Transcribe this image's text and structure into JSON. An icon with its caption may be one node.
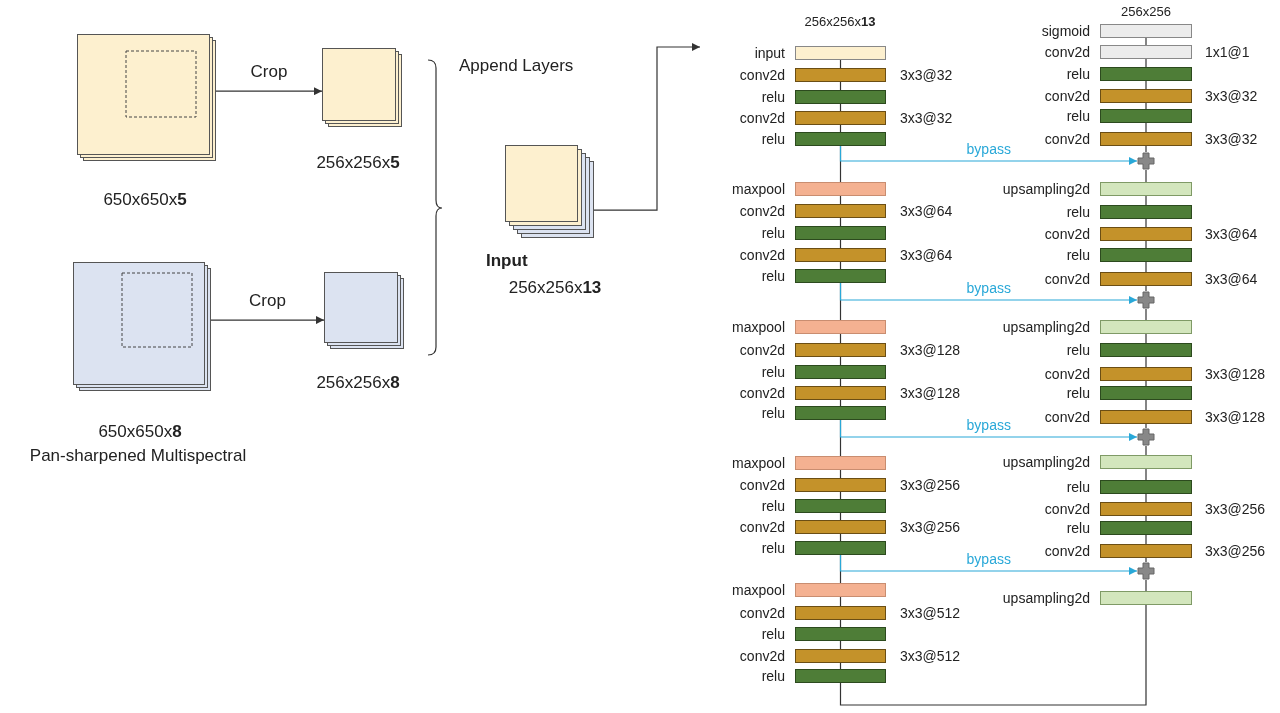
{
  "diagram": {
    "nodes": [
      {
        "text": [],
        "shape": "box",
        "beside": [
          "650x650x**5**"
        ]
      },
      {
        "text": [],
        "shape": "box",
        "beside": [
          "256x256x**5**"
        ]
      },
      {
        "text": [],
        "shape": "box",
        "beside": [
          "650x650x**8**",
          "Pan-sharpened Multispectral"
        ]
      },
      {
        "text": [],
        "shape": "box",
        "beside": [
          "256x256x**8**"
        ]
      },
      {
        "text": [],
        "shape": "box",
        "beside": [
          "Input",
          "256x256x**13**"
        ]
      },
      {
        "text": [
          "input"
        ]
      },
      {
        "text": [
          "conv2d"
        ],
        "beside": [
          "3x3@32"
        ]
      },
      {
        "text": [
          "relu"
        ]
      },
      {
        "text": [
          "conv2d"
        ],
        "beside": [
          "3x3@32"
        ]
      },
      {
        "text": [
          "relu"
        ]
      },
      {
        "text": [
          "maxpool"
        ]
      },
      {
        "text": [
          "conv2d"
        ],
        "beside": [
          "3x3@64"
        ]
      },
      {
        "text": [
          "relu"
        ]
      },
      {
        "text": [
          "conv2d"
        ],
        "beside": [
          "3x3@64"
        ]
      },
      {
        "text": [
          "relu"
        ]
      },
      {
        "text": [
          "maxpool"
        ]
      },
      {
        "text": [
          "conv2d"
        ],
        "beside": [
          "3x3@128"
        ]
      },
      {
        "text": [
          "relu"
        ]
      },
      {
        "text": [
          "conv2d"
        ],
        "beside": [
          "3x3@128"
        ]
      },
      {
        "text": [
          "relu"
        ]
      },
      {
        "text": [
          "maxpool"
        ]
      },
      {
        "text": [
          "conv2d"
        ],
        "beside": [
          "3x3@256"
        ]
      },
      {
        "text": [
          "relu"
        ]
      },
      {
        "text": [
          "conv2d"
        ],
        "beside": [
          "3x3@256"
        ]
      },
      {
        "text": [
          "relu"
        ]
      },
      {
        "text": [
          "maxpool"
        ]
      },
      {
        "text": [
          "conv2d"
        ],
        "beside": [
          "3x3@512"
        ]
      },
      {
        "text": [
          "relu"
        ]
      },
      {
        "text": [
          "conv2d"
        ],
        "beside": [
          "3x3@512"
        ]
      },
      {
        "text": [
          "relu"
        ]
      },
      {
        "text": [
          "sigmoid"
        ]
      },
      {
        "text": [
          "conv2d"
        ],
        "beside": [
          "1x1@1"
        ]
      },
      {
        "text": [
          "relu"
        ]
      },
      {
        "text": [
          "conv2d"
        ],
        "beside": [
          "3x3@32"
        ]
      },
      {
        "text": [
          "relu"
        ]
      },
      {
        "text": [
          "conv2d"
        ],
        "beside": [
          "3x3@32"
        ]
      },
      {
        "text": [],
        "shape": "plus"
      },
      {
        "text": [
          "upsampling2d"
        ]
      },
      {
        "text": [
          "relu"
        ]
      },
      {
        "text": [
          "conv2d"
        ],
        "beside": [
          "3x3@64"
        ]
      },
      {
        "text": [
          "relu"
        ]
      },
      {
        "text": [
          "conv2d"
        ],
        "beside": [
          "3x3@64"
        ]
      },
      {
        "text": [],
        "shape": "plus"
      },
      {
        "text": [
          "upsampling2d"
        ]
      },
      {
        "text": [
          "relu"
        ]
      },
      {
        "text": [
          "conv2d"
        ],
        "beside": [
          "3x3@128"
        ]
      },
      {
        "text": [
          "relu"
        ]
      },
      {
        "text": [
          "conv2d"
        ],
        "beside": [
          "3x3@128"
        ]
      },
      {
        "text": [],
        "shape": "plus"
      },
      {
        "text": [
          "upsampling2d"
        ]
      },
      {
        "text": [
          "relu"
        ]
      },
      {
        "text": [
          "conv2d"
        ],
        "beside": [
          "3x3@256"
        ]
      },
      {
        "text": [
          "relu"
        ]
      },
      {
        "text": [
          "conv2d"
        ],
        "beside": [
          "3x3@256"
        ]
      },
      {
        "text": [],
        "shape": "plus"
      },
      {
        "text": [
          "upsampling2d"
        ]
      }
    ],
    "edges": [
      {
        "from": 0,
        "to": 1,
        "arrow": "to",
        "label": "Crop"
      },
      {
        "from": 2,
        "to": 3,
        "arrow": "to",
        "label": "Crop"
      },
      {
        "from": 4,
        "to": null,
        "arrow": "to"
      },
      {
        "from": 5,
        "to": 6,
        "arrow": "none"
      },
      {
        "from": 6,
        "to": 7,
        "arrow": "none"
      },
      {
        "from": 7,
        "to": 8,
        "arrow": "none"
      },
      {
        "from": 8,
        "to": 9,
        "arrow": "none"
      },
      {
        "from": 9,
        "to": 10,
        "arrow": "none"
      },
      {
        "from": 10,
        "to": 11,
        "arrow": "none"
      },
      {
        "from": 11,
        "to": 12,
        "arrow": "none"
      },
      {
        "from": 12,
        "to": 13,
        "arrow": "none"
      },
      {
        "from": 13,
        "to": 14,
        "arrow": "none"
      },
      {
        "from": 14,
        "to": 15,
        "arrow": "none"
      },
      {
        "from": 15,
        "to": 16,
        "arrow": "none"
      },
      {
        "from": 16,
        "to": 17,
        "arrow": "none"
      },
      {
        "from": 17,
        "to": 18,
        "arrow": "none"
      },
      {
        "from": 18,
        "to": 19,
        "arrow": "none"
      },
      {
        "from": 19,
        "to": 20,
        "arrow": "none"
      },
      {
        "from": 20,
        "to": 21,
        "arrow": "none"
      },
      {
        "from": 21,
        "to": 22,
        "arrow": "none"
      },
      {
        "from": 22,
        "to": 23,
        "arrow": "none"
      },
      {
        "from": 23,
        "to": 24,
        "arrow": "none"
      },
      {
        "from": 24,
        "to": 25,
        "arrow": "none"
      },
      {
        "from": 25,
        "to": 26,
        "arrow": "none"
      },
      {
        "from": 26,
        "to": 27,
        "arrow": "none"
      },
      {
        "from": 27,
        "to": 28,
        "arrow": "none"
      },
      {
        "from": 28,
        "to": 29,
        "arrow": "none"
      },
      {
        "from": 9,
        "to": 36,
        "arrow": "to",
        "label": "bypass",
        "color": "#29a8d8"
      },
      {
        "from": 14,
        "to": 42,
        "arrow": "to",
        "label": "bypass",
        "color": "#29a8d8"
      },
      {
        "from": 19,
        "to": 48,
        "arrow": "to",
        "label": "bypass",
        "color": "#29a8d8"
      },
      {
        "from": 24,
        "to": 54,
        "arrow": "to",
        "label": "bypass",
        "color": "#29a8d8"
      },
      {
        "from": 29,
        "to": 55,
        "arrow": "none"
      },
      {
        "from": 30,
        "to": 31,
        "arrow": "none"
      },
      {
        "from": 31,
        "to": 32,
        "arrow": "none"
      },
      {
        "from": 32,
        "to": 33,
        "arrow": "none"
      },
      {
        "from": 33,
        "to": 34,
        "arrow": "none"
      },
      {
        "from": 34,
        "to": 35,
        "arrow": "none"
      },
      {
        "from": 35,
        "to": 36,
        "arrow": "none"
      },
      {
        "from": 36,
        "to": 37,
        "arrow": "none"
      },
      {
        "from": 37,
        "to": 38,
        "arrow": "none"
      },
      {
        "from": 38,
        "to": 39,
        "arrow": "none"
      },
      {
        "from": 39,
        "to": 40,
        "arrow": "none"
      },
      {
        "from": 40,
        "to": 41,
        "arrow": "none"
      },
      {
        "from": 41,
        "to": 42,
        "arrow": "none"
      },
      {
        "from": 42,
        "to": 43,
        "arrow": "none"
      },
      {
        "from": 43,
        "to": 44,
        "arrow": "none"
      },
      {
        "from": 44,
        "to": 45,
        "arrow": "none"
      },
      {
        "from": 45,
        "to": 46,
        "arrow": "none"
      },
      {
        "from": 46,
        "to": 47,
        "arrow": "none"
      },
      {
        "from": 47,
        "to": 48,
        "arrow": "none"
      },
      {
        "from": 48,
        "to": 49,
        "arrow": "none"
      },
      {
        "from": 49,
        "to": 50,
        "arrow": "none"
      },
      {
        "from": 50,
        "to": 51,
        "arrow": "none"
      },
      {
        "from": 51,
        "to": 52,
        "arrow": "none"
      },
      {
        "from": 52,
        "to": 53,
        "arrow": "none"
      },
      {
        "from": 53,
        "to": 54,
        "arrow": "none"
      },
      {
        "from": 54,
        "to": 55,
        "arrow": "none"
      }
    ],
    "labels": [
      "Append Layers",
      "256x256x**13**",
      "256x256"
    ]
  }
}
